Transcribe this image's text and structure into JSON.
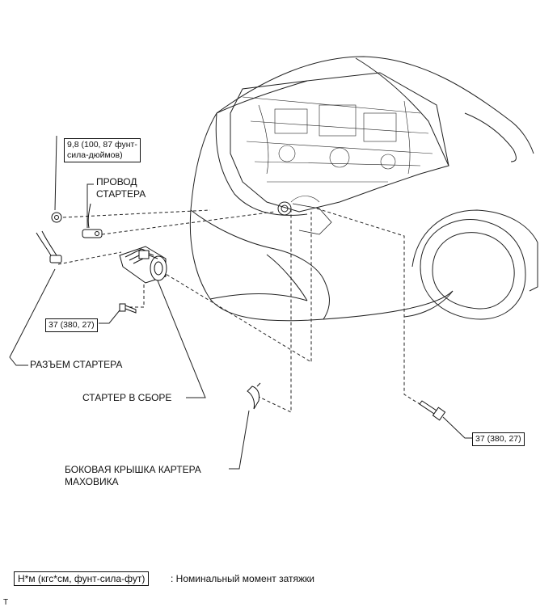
{
  "torque_specs": {
    "bolt_small": "9,8 (100, 87 фунт-сила-дюймов)",
    "bolt_small_line1": "9,8 (100, 87 фунт-",
    "bolt_small_line2": "сила-дюймов)",
    "bolt_left": "37 (380, 27)",
    "bolt_right": "37 (380, 27)"
  },
  "labels": {
    "starter_wire_line1": "ПРОВОД",
    "starter_wire_line2": "СТАРТЕРА",
    "starter_connector": "РАЗЪЕМ СТАРТЕРА",
    "starter_assembly": "СТАРТЕР В СБОРЕ",
    "flywheel_cover_line1": "БОКОВАЯ КРЫШКА КАРТЕРА",
    "flywheel_cover_line2": "МАХОВИКА"
  },
  "legend": {
    "unit_box": "Н*м (кгс*см, фунт-сила-фут)",
    "description": ": Номинальный момент затяжки"
  },
  "footer_mark": "T"
}
